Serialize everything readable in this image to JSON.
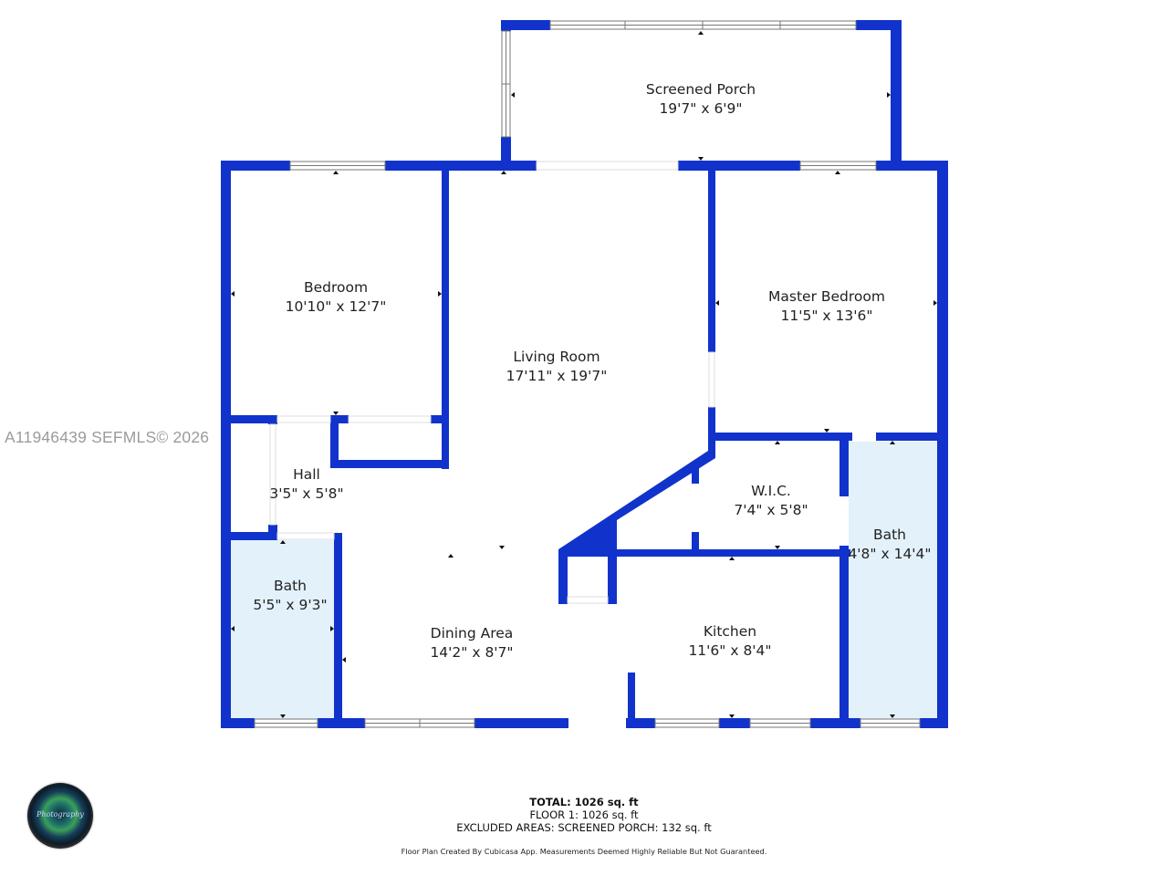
{
  "watermark": "A11946439  SEFMLS© 2026",
  "colors": {
    "wall": "#1133cc",
    "bath_fill": "#e3f1fb",
    "window": "#ffffff",
    "background": "#ffffff"
  },
  "rooms": [
    {
      "name": "Screened Porch",
      "dims": "19'7\" x 6'9\""
    },
    {
      "name": "Bedroom",
      "dims": "10'10\" x 12'7\""
    },
    {
      "name": "Living Room",
      "dims": "17'11\" x 19'7\""
    },
    {
      "name": "Master Bedroom",
      "dims": "11'5\" x 13'6\""
    },
    {
      "name": "Hall",
      "dims": "3'5\" x 5'8\""
    },
    {
      "name": "W.I.C.",
      "dims": "7'4\" x 5'8\""
    },
    {
      "name": "Bath",
      "dims": "4'8\" x 14'4\""
    },
    {
      "name": "Bath",
      "dims": "5'5\" x 9'3\""
    },
    {
      "name": "Dining Area",
      "dims": "14'2\" x 8'7\""
    },
    {
      "name": "Kitchen",
      "dims": "11'6\" x 8'4\""
    }
  ],
  "summary": {
    "total": "TOTAL: 1026 sq. ft",
    "floor1": "FLOOR 1: 1026 sq. ft",
    "excluded": "EXCLUDED AREAS: SCREENED PORCH: 132 sq. ft",
    "disclaimer": "Floor Plan Created By Cubicasa App. Measurements Deemed Highly Reliable But Not Guaranteed."
  },
  "logo": {
    "text": "Photography"
  }
}
